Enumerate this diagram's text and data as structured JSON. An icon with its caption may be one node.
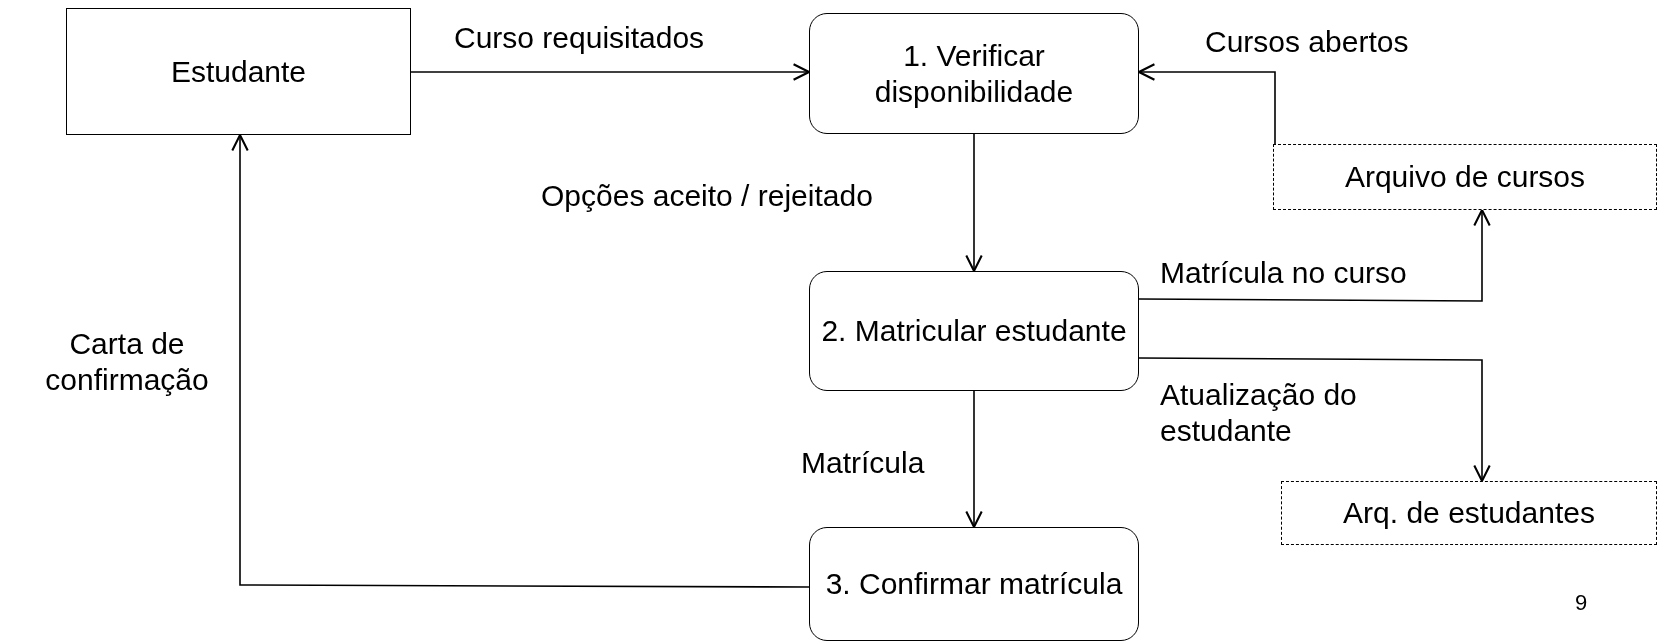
{
  "diagram": {
    "nodes": [
      {
        "text": [
          "Estudante"
        ]
      },
      {
        "text": [
          "1. Verificar disponibilidade"
        ]
      },
      {
        "text": [
          "Arquivo de cursos"
        ]
      },
      {
        "text": [
          "2. Matricular estudante"
        ]
      },
      {
        "text": [
          "Arq. de estudantes"
        ]
      },
      {
        "text": [
          "3. Confirmar matrícula"
        ]
      }
    ],
    "edges": [
      {
        "from": 0,
        "to": 1,
        "arrow": "to",
        "label": "Curso requisitados"
      },
      {
        "from": 2,
        "to": 1,
        "arrow": "to",
        "label": "Cursos abertos"
      },
      {
        "from": 1,
        "to": 3,
        "arrow": "to",
        "label": "Opções aceito / rejeitado"
      },
      {
        "from": 3,
        "to": 2,
        "arrow": "to",
        "label": "Matrícula no curso"
      },
      {
        "from": 3,
        "to": 4,
        "arrow": "to",
        "label": "Atualização do estudante"
      },
      {
        "from": 3,
        "to": 5,
        "arrow": "to",
        "label": "Matrícula"
      },
      {
        "from": 5,
        "to": 0,
        "arrow": "to",
        "label": "Carta de confirmação"
      }
    ],
    "labels": [
      "9"
    ]
  }
}
